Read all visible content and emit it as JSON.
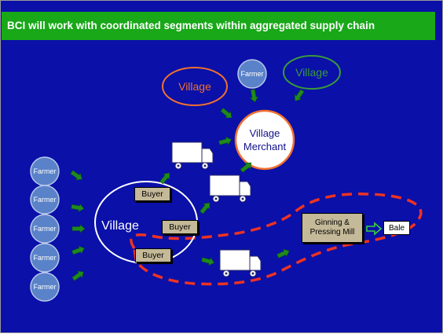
{
  "title": "BCI will work with coordinated segments within aggregated supply chain",
  "nodes": {
    "farmer": "Farmer",
    "village": "Village",
    "village_merchant_line1": "Village",
    "village_merchant_line2": "Merchant",
    "buyer": "Buyer",
    "ginning_line1": "Ginning &",
    "ginning_line2": "Pressing  Mill",
    "bale": "Bale"
  },
  "colors": {
    "background": "#0a10a8",
    "title_bar": "#18a818",
    "arrow": "#1f8a1f",
    "farmer_fill": "#5a82c8",
    "buyer_fill": "#c4b998",
    "dashed_boundary": "#ee3322",
    "orange_village": "#f07030",
    "green_village": "#3a9a3a"
  },
  "icons": [
    "truck-icon",
    "arrow-icon"
  ]
}
